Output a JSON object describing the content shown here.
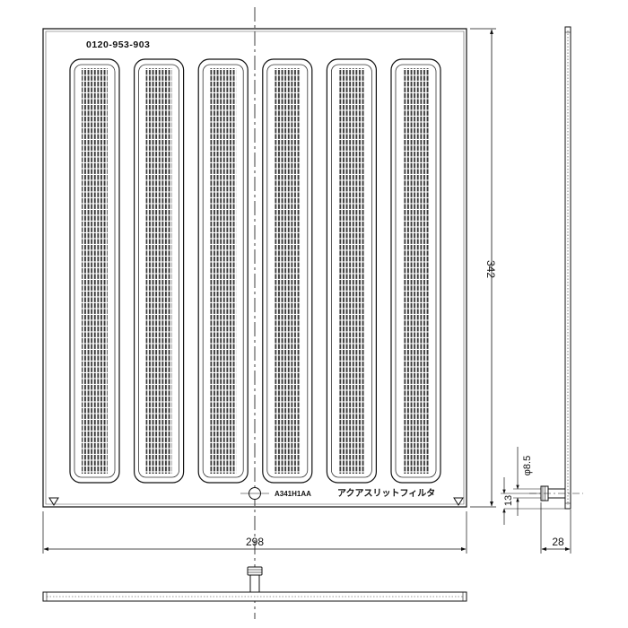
{
  "front_view": {
    "phone_number": "0120-953-903",
    "model_code": "A341H1AA",
    "product_name": "アクアスリットフィルタ",
    "slot_count": 6
  },
  "dimensions": {
    "width": "298",
    "height": "342",
    "knob_diameter": "φ8.5",
    "knob_offset": "13",
    "depth": "28"
  }
}
